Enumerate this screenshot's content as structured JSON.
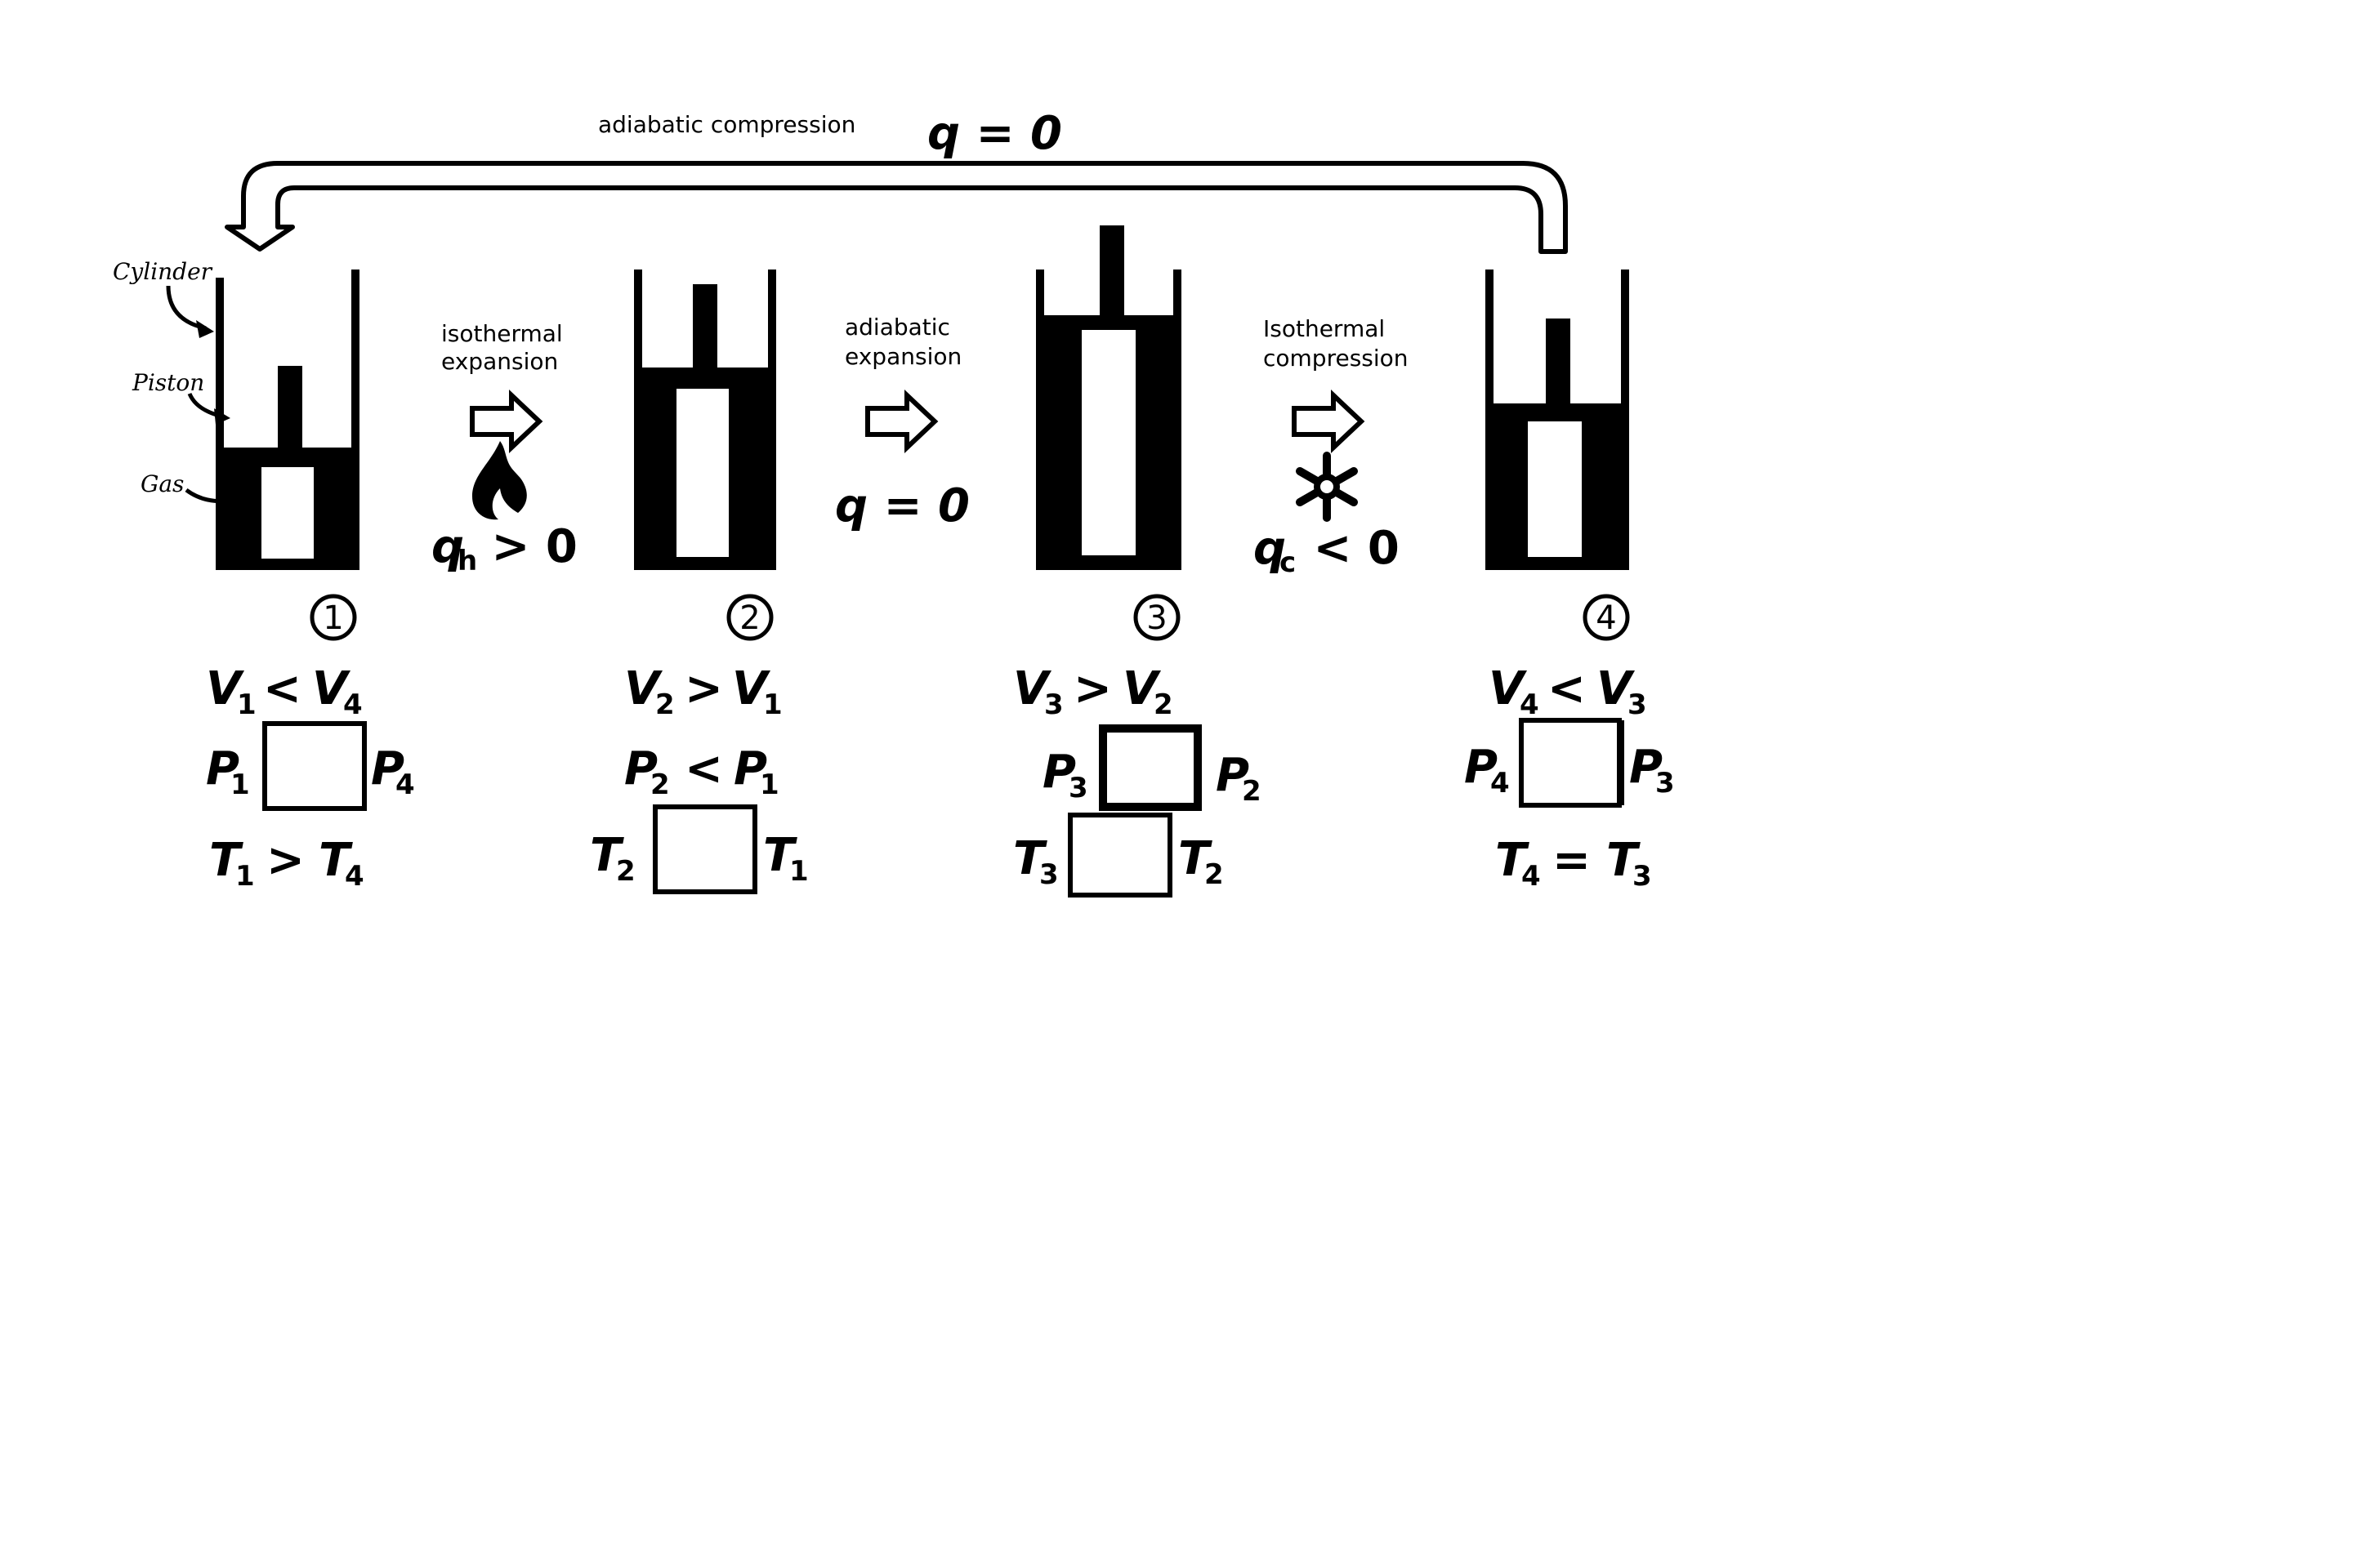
{
  "top_loop": {
    "process": "adiabatic compression",
    "heat": "q = 0"
  },
  "side_labels": {
    "cylinder": "Cylinder",
    "piston": "Piston",
    "gas": "Gas"
  },
  "steps": [
    {
      "process_line1": "isothermal",
      "process_line2": "expansion",
      "heat_q": "q",
      "heat_sub": "h",
      "heat_rel": " > 0",
      "icon": "flame-icon"
    },
    {
      "process_line1": "adiabatic",
      "process_line2": "expansion",
      "heat": "q = 0"
    },
    {
      "process_line1": "Isothermal",
      "process_line2": "compression",
      "heat_q": "q",
      "heat_sub": "c",
      "heat_rel": " < 0",
      "icon": "snowflake-icon"
    }
  ],
  "states": [
    {
      "number": "1",
      "volume": {
        "l": "V",
        "ls": "1",
        "op": "<",
        "r": "V",
        "rs": "4"
      },
      "pressure": {
        "l": "P",
        "ls": "1",
        "op": "",
        "r": "P",
        "rs": "4"
      },
      "temperature": {
        "l": "T",
        "ls": "1",
        "op": ">",
        "r": "T",
        "rs": "4"
      }
    },
    {
      "number": "2",
      "volume": {
        "l": "V",
        "ls": "2",
        "op": ">",
        "r": "V",
        "rs": "1"
      },
      "pressure": {
        "l": "P",
        "ls": "2",
        "op": "<",
        "r": "P",
        "rs": "1"
      },
      "temperature": {
        "l": "T",
        "ls": "2",
        "op": "",
        "r": "T",
        "rs": "1"
      }
    },
    {
      "number": "3",
      "volume": {
        "l": "V",
        "ls": "3",
        "op": ">",
        "r": "V",
        "rs": "2"
      },
      "pressure": {
        "l": "P",
        "ls": "3",
        "op": "",
        "r": "P",
        "rs": "2"
      },
      "temperature": {
        "l": "T",
        "ls": "3",
        "op": "",
        "r": "T",
        "rs": "2"
      }
    },
    {
      "number": "4",
      "volume": {
        "l": "V",
        "ls": "4",
        "op": "<",
        "r": "V",
        "rs": "3"
      },
      "pressure": {
        "l": "P",
        "ls": "4",
        "op": "",
        "r": "P",
        "rs": "3"
      },
      "temperature": {
        "l": "T",
        "ls": "4",
        "op": "=",
        "r": "T",
        "rs": "3"
      }
    }
  ]
}
